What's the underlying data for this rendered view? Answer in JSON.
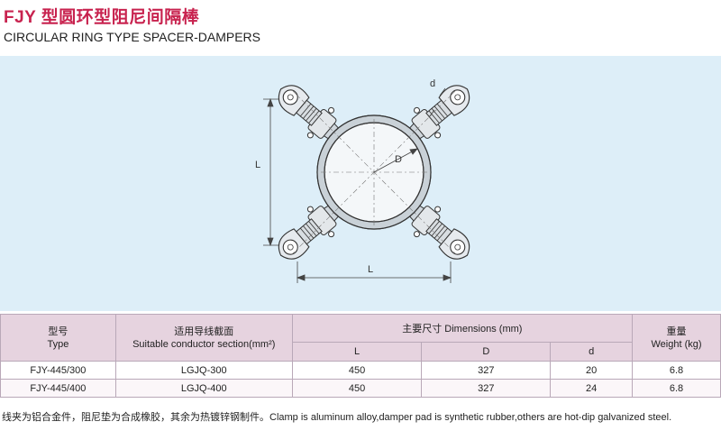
{
  "header": {
    "title_cn": "FJY 型圆环型阻尼间隔棒",
    "title_en": "CIRCULAR RING TYPE SPACER-DAMPERS"
  },
  "diagram": {
    "label_L_vertical": "L",
    "label_L_horizontal": "L",
    "label_D": "D",
    "label_d": "d"
  },
  "table": {
    "headers": {
      "type_cn": "型号",
      "type_en": "Type",
      "conductor_cn": "适用导线截面",
      "conductor_en": "Suitable conductor section(mm²)",
      "dimensions": "主要尺寸 Dimensions (mm)",
      "dim_L": "L",
      "dim_D": "D",
      "dim_d": "d",
      "weight_cn": "重量",
      "weight_en": "Weight (kg)"
    },
    "rows": [
      {
        "type": "FJY-445/300",
        "conductor": "LGJQ-300",
        "L": "450",
        "D": "327",
        "d": "20",
        "weight": "6.8"
      },
      {
        "type": "FJY-445/400",
        "conductor": "LGJQ-400",
        "L": "450",
        "D": "327",
        "d": "24",
        "weight": "6.8"
      }
    ]
  },
  "footnote": "线夹为铝合金件，阻尼垫为合成橡胶，其余为热镀锌钢制件。Clamp is aluminum alloy,damper pad is synthetic rubber,others are hot-dip galvanized steel."
}
